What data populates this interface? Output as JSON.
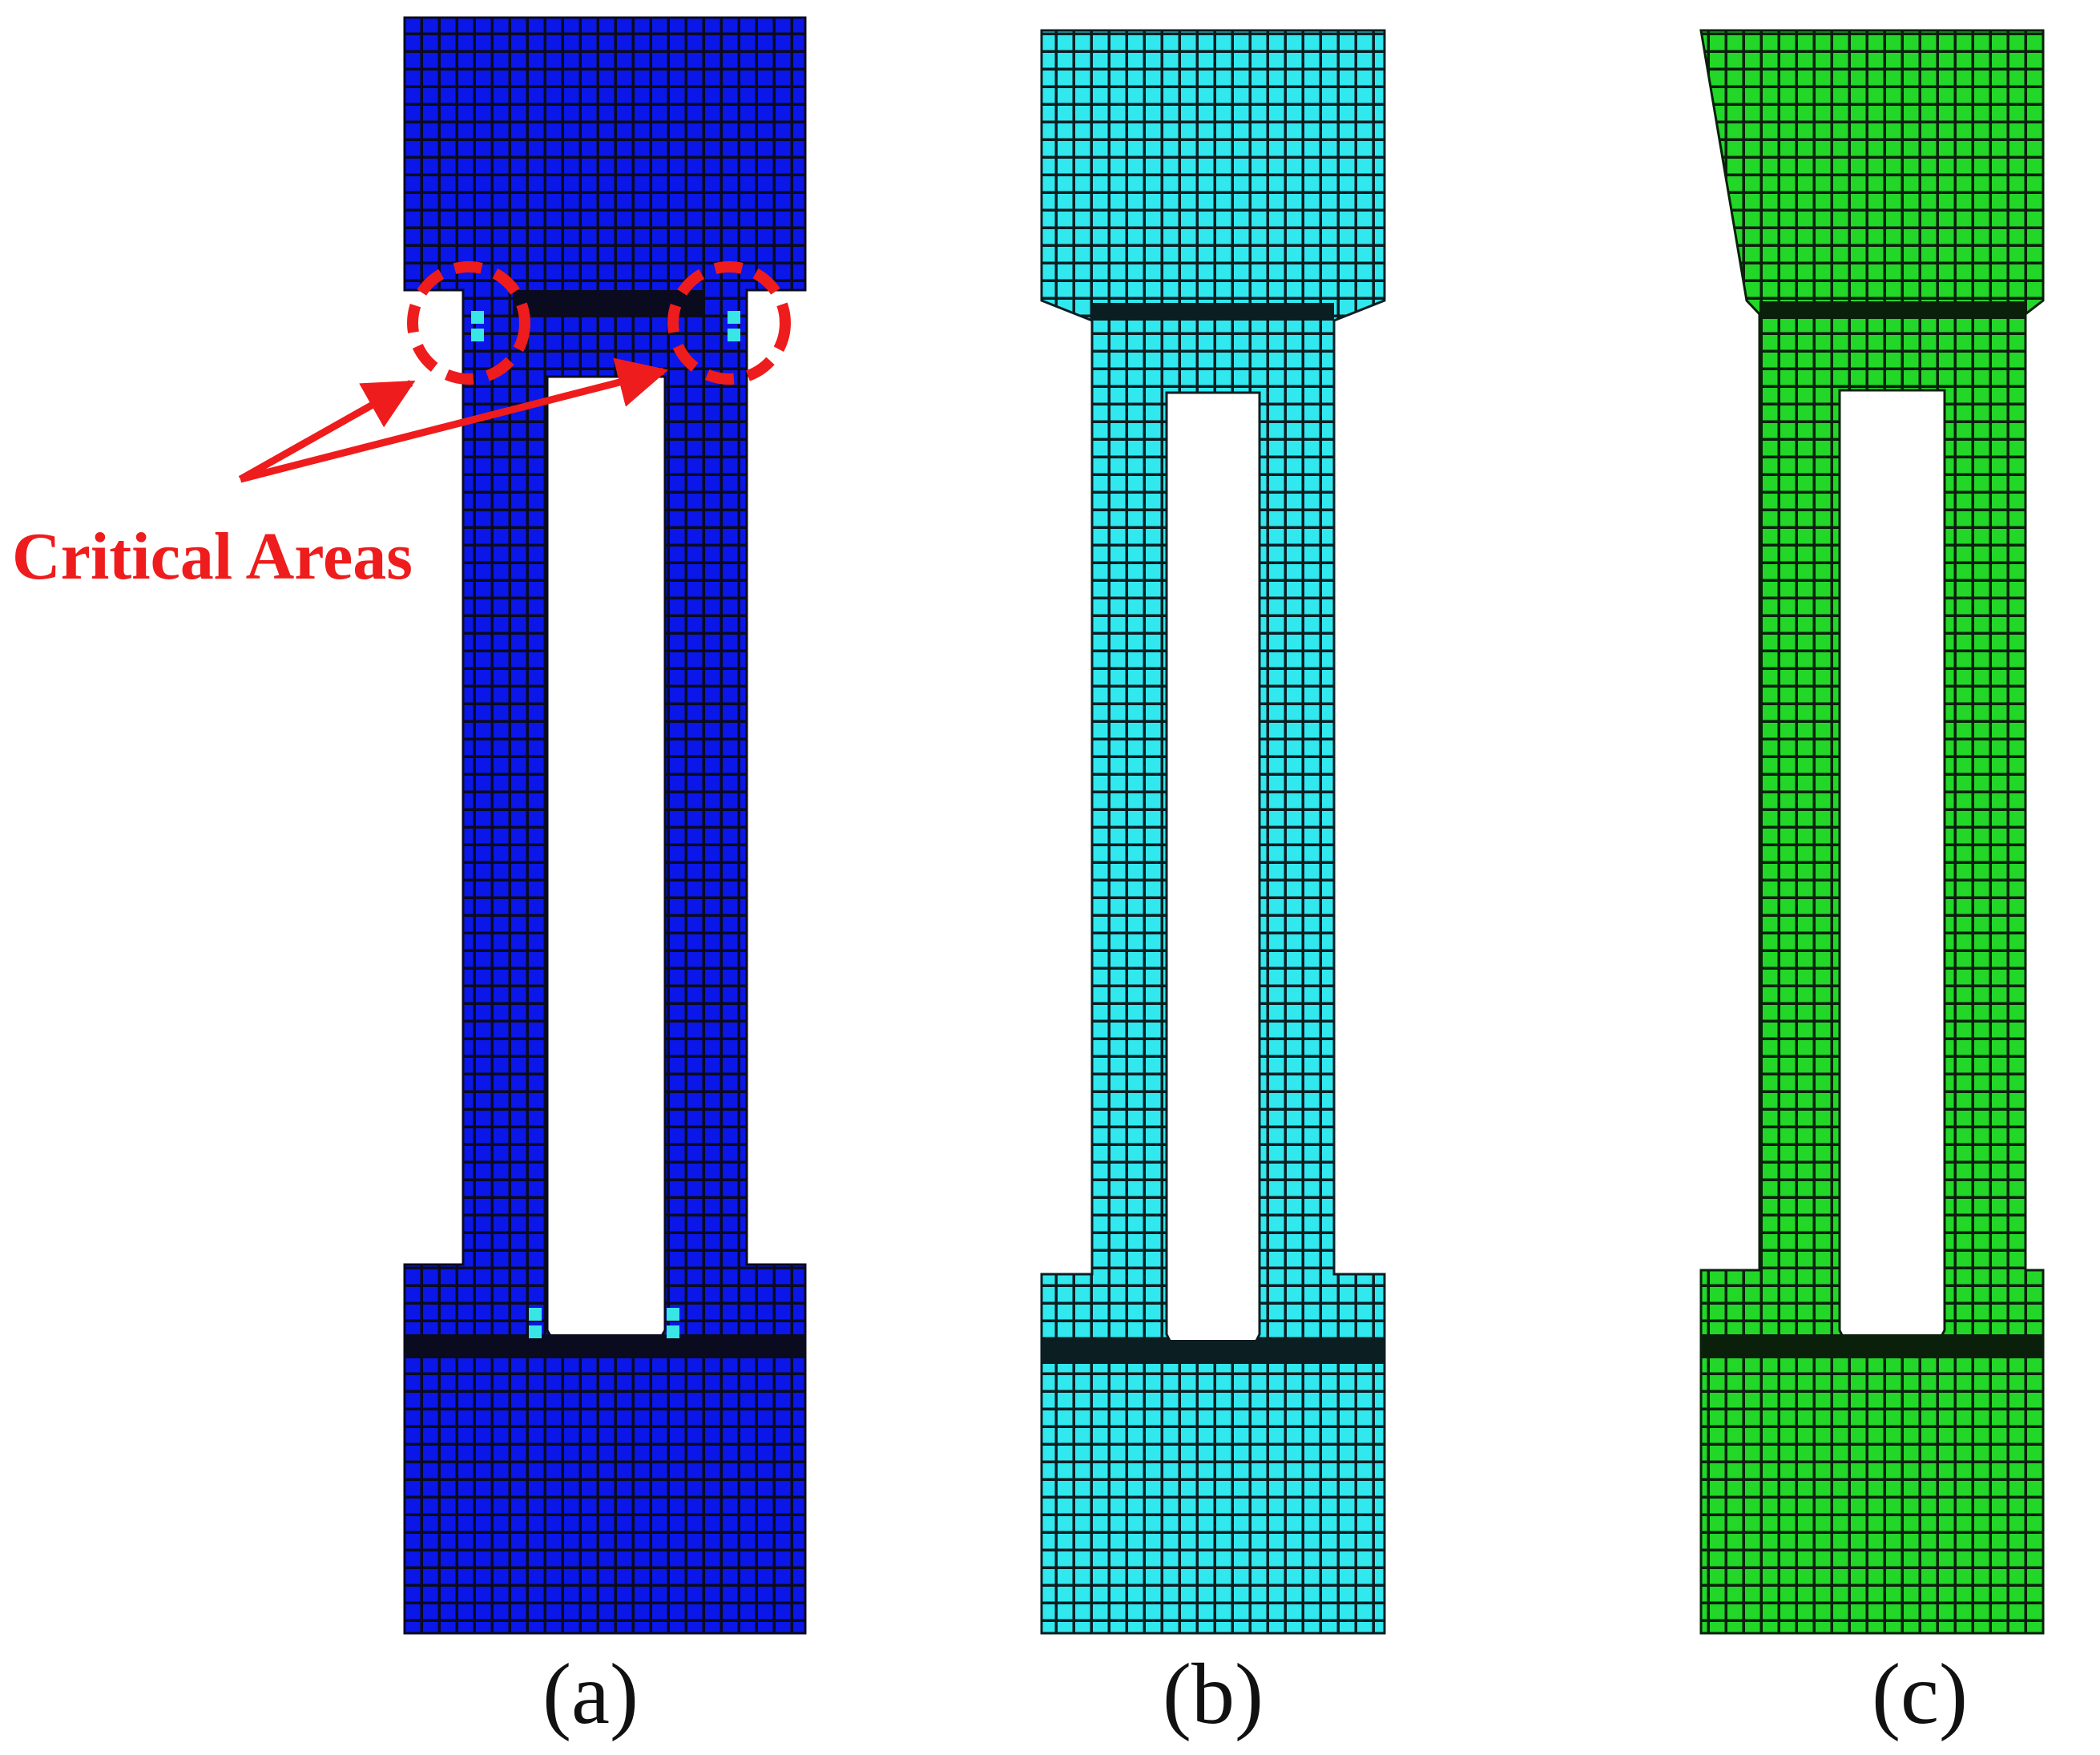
{
  "panels": [
    {
      "id": "a",
      "caption": "(a)",
      "fill_color": "#0a17e8",
      "grid_color": "#0b0b20",
      "hotspot_color": "#39e6e6"
    },
    {
      "id": "b",
      "caption": "(b)",
      "fill_color": "#32e8ef",
      "grid_color": "#0b1e22",
      "hotspot_color": ""
    },
    {
      "id": "c",
      "caption": "(c)",
      "fill_color": "#22d728",
      "grid_color": "#0a200b",
      "hotspot_color": ""
    }
  ],
  "annotation": {
    "label": "Critical Areas",
    "color": "#ee1c1c"
  }
}
